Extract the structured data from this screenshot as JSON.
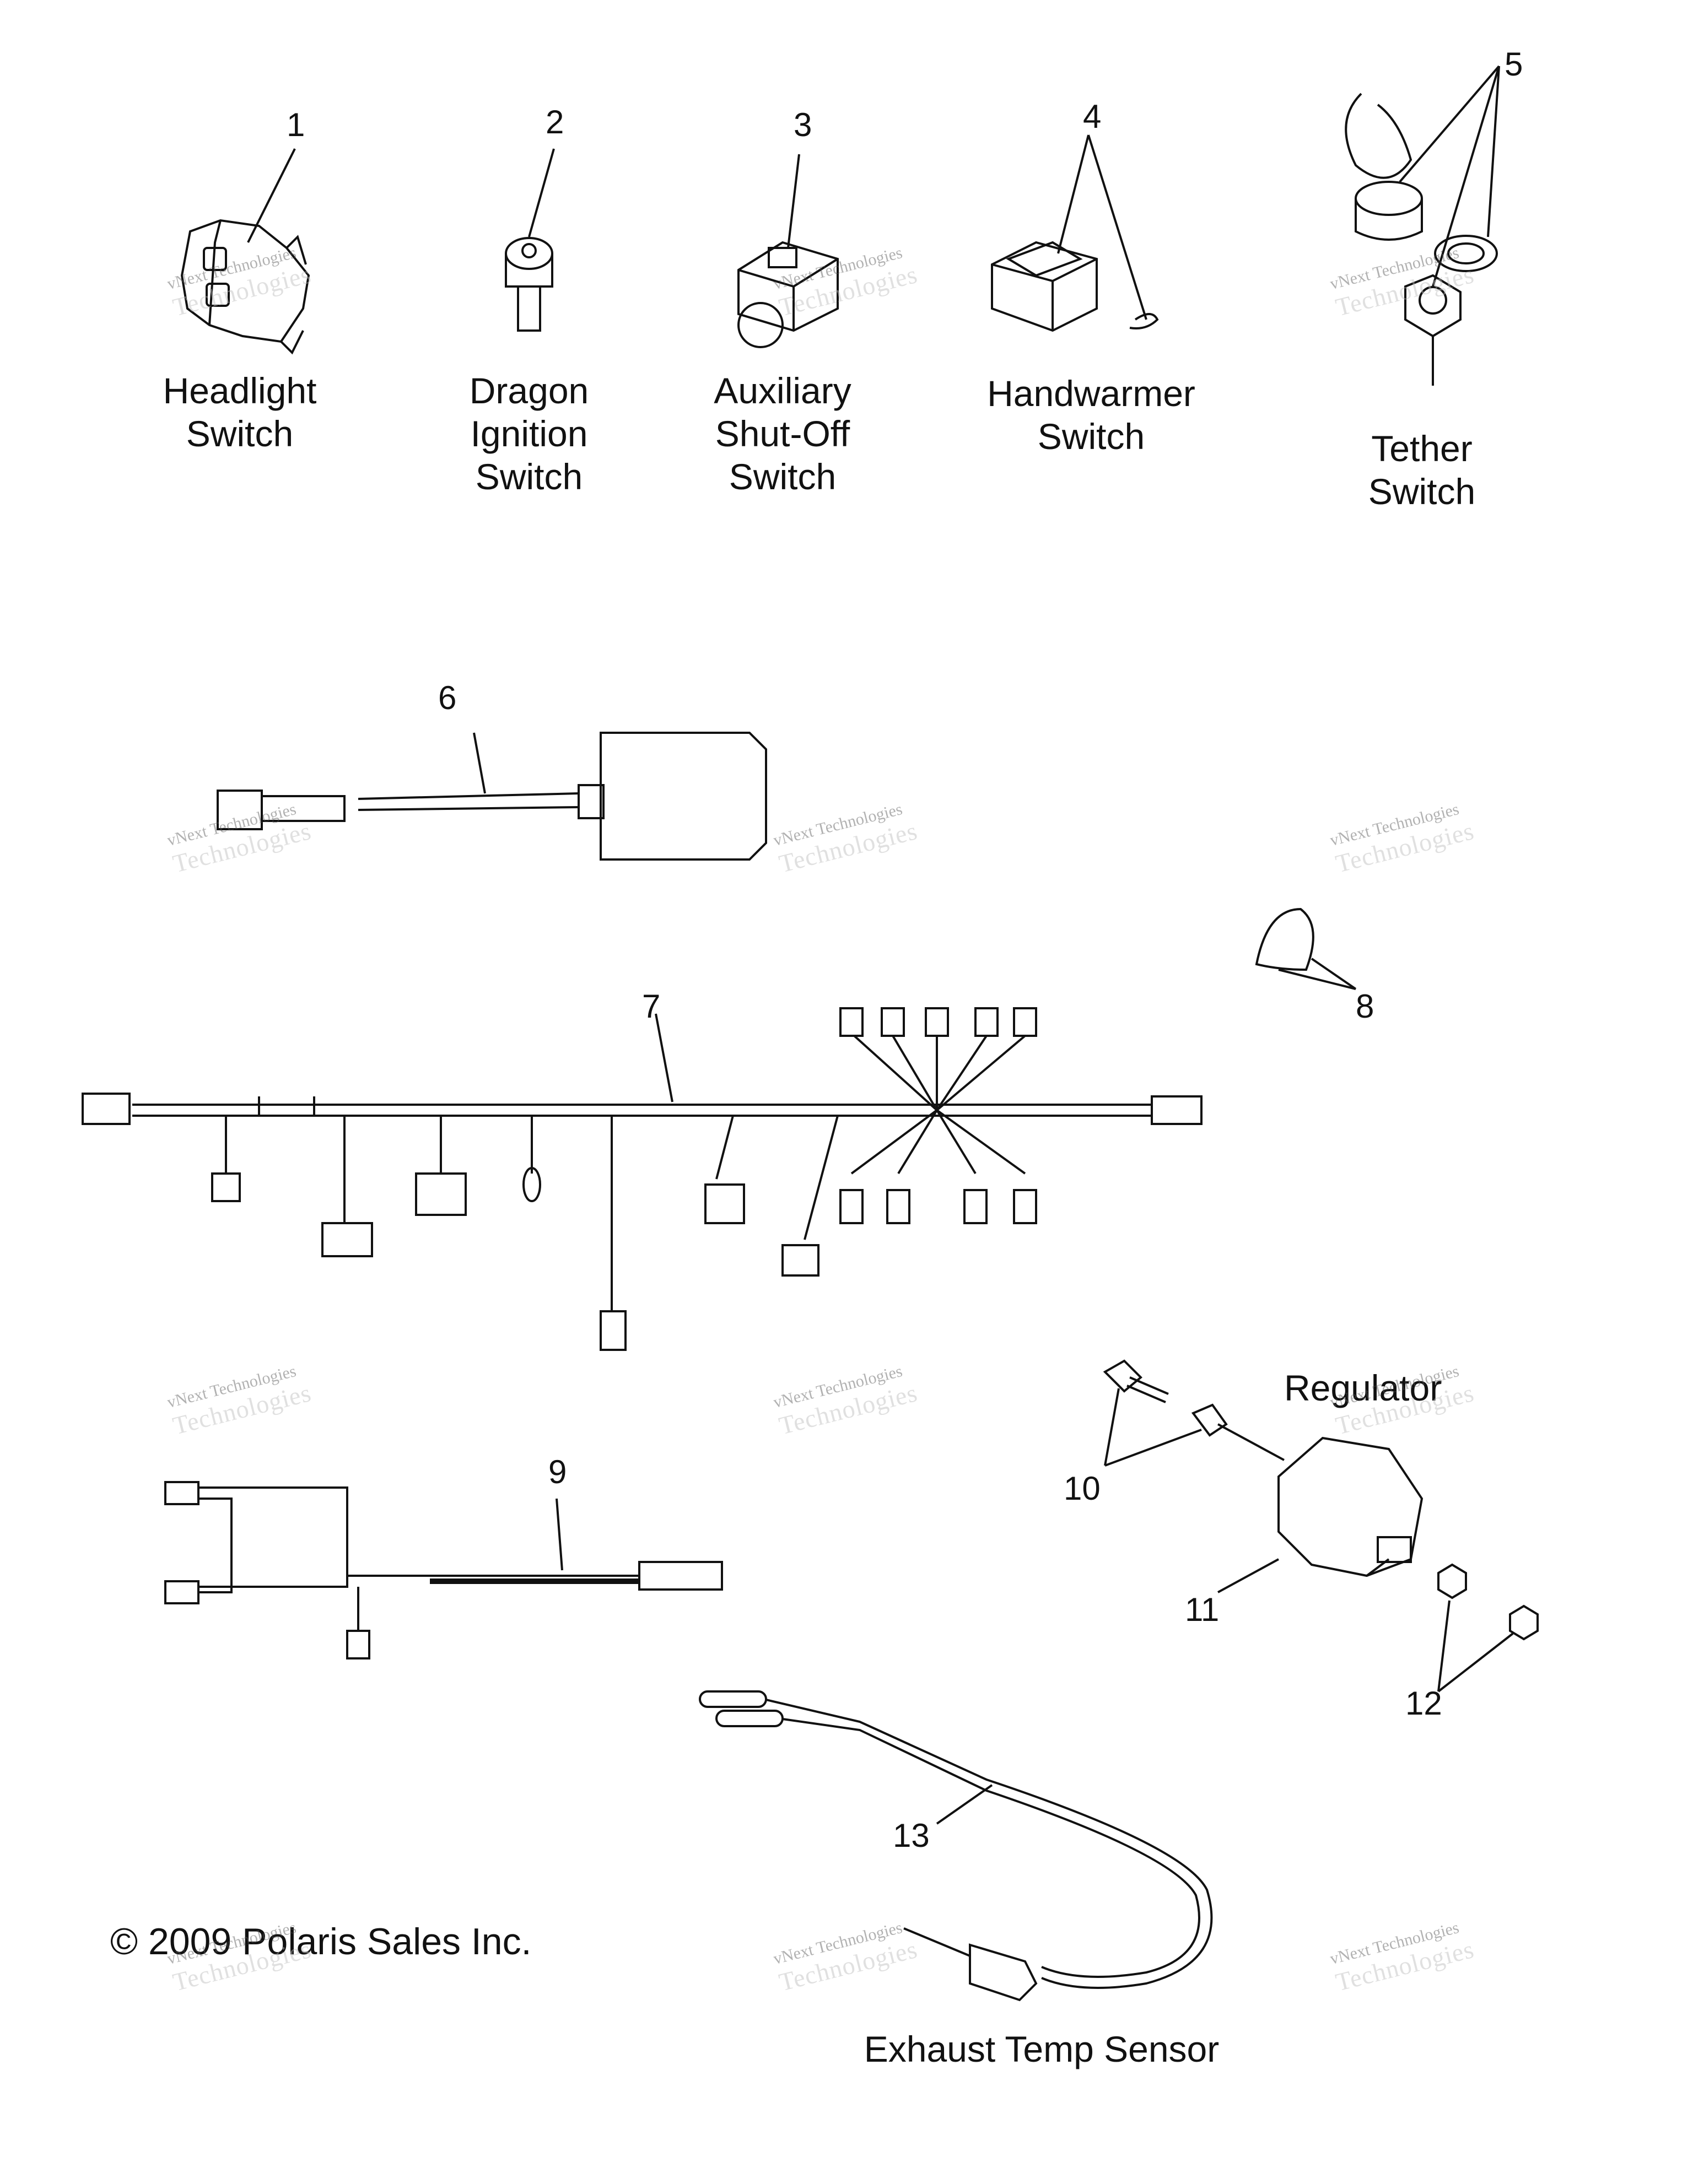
{
  "labels": {
    "headlight_switch": [
      "Headlight",
      "Switch"
    ],
    "dragon_ignition_switch": [
      "Dragon",
      "Ignition",
      "Switch"
    ],
    "auxiliary_shutoff_switch": [
      "Auxiliary",
      "Shut-Off",
      "Switch"
    ],
    "handwarmer_switch": [
      "Handwarmer",
      "Switch"
    ],
    "tether_switch": [
      "Tether",
      "Switch"
    ],
    "regulator": "Regulator",
    "exhaust_temp_sensor": "Exhaust Temp Sensor"
  },
  "callouts": [
    "1",
    "2",
    "3",
    "4",
    "5",
    "6",
    "7",
    "8",
    "9",
    "10",
    "11",
    "12",
    "13"
  ],
  "copyright": "© 2009 Polaris Sales Inc.",
  "watermark": {
    "line1": "vNext Technologies",
    "line2": "Technologies"
  },
  "colors": {
    "line": "#111111",
    "watermark": "#bbbbbb"
  }
}
